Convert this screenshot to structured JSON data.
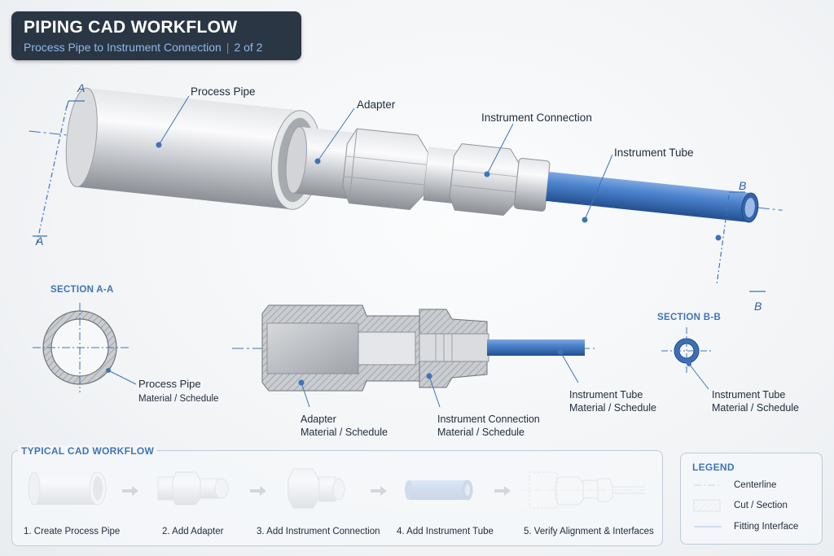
{
  "header": {
    "title": "PIPING CAD WORKFLOW",
    "subtitle": "Process Pipe to Instrument Connection",
    "page": "2 of 2"
  },
  "main_view": {
    "labels": {
      "process_pipe": "Process Pipe",
      "adapter": "Adapter",
      "instrument_connection": "Instrument Connection",
      "instrument_tube": "Instrument Tube"
    },
    "section_markers": {
      "a": "A",
      "b": "B"
    }
  },
  "section_a": {
    "title": "SECTION A-A",
    "name": "Process Pipe",
    "detail": "Material / Schedule"
  },
  "middle_section": {
    "adapter_name": "Adapter",
    "adapter_detail": "Material / Schedule",
    "connection_name": "Instrument Connection",
    "connection_detail": "Material / Schedule",
    "tube_name": "Instrument Tube",
    "tube_detail": "Material / Schedule"
  },
  "section_b": {
    "title": "SECTION B-B",
    "name": "Instrument Tube",
    "detail": "Material / Schedule"
  },
  "workflow": {
    "title": "TYPICAL CAD WORKFLOW",
    "steps": [
      {
        "label": "1. Create Process Pipe",
        "icon": "pipe-icon"
      },
      {
        "label": "2. Add Adapter",
        "icon": "adapter-icon"
      },
      {
        "label": "3. Add Instrument Connection",
        "icon": "instrument-connection-icon"
      },
      {
        "label": "4. Add Instrument Tube",
        "icon": "tube-icon"
      },
      {
        "label": "5. Verify Alignment & Interfaces",
        "icon": "assembly-wireframe-icon"
      }
    ]
  },
  "legend": {
    "title": "LEGEND",
    "items": [
      {
        "label": "Centerline",
        "icon": "centerline-icon"
      },
      {
        "label": "Cut / Section",
        "icon": "hatch-icon"
      },
      {
        "label": "Fitting Interface",
        "icon": "fitting-interface-icon"
      }
    ]
  },
  "colors": {
    "accent_blue": "#3f74b7",
    "tube_blue": "#3d6fb8",
    "header_bg": "#2b3645",
    "metal": "#c9ccd0"
  }
}
